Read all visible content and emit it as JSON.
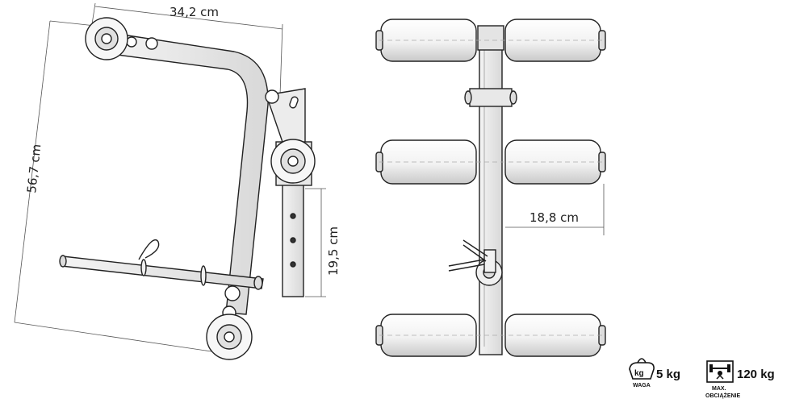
{
  "dimensions": {
    "width": "34,2 cm",
    "height": "56,7 cm",
    "tube": "19,5 cm",
    "roller_gap": "18,8 cm"
  },
  "badges": {
    "weight": {
      "icon": "kg",
      "value": "5 kg",
      "caption": "WAGA"
    },
    "max_load": {
      "value": "120 kg",
      "caption_line1": "MAX.",
      "caption_line2": "OBCIĄŻENIE"
    }
  }
}
